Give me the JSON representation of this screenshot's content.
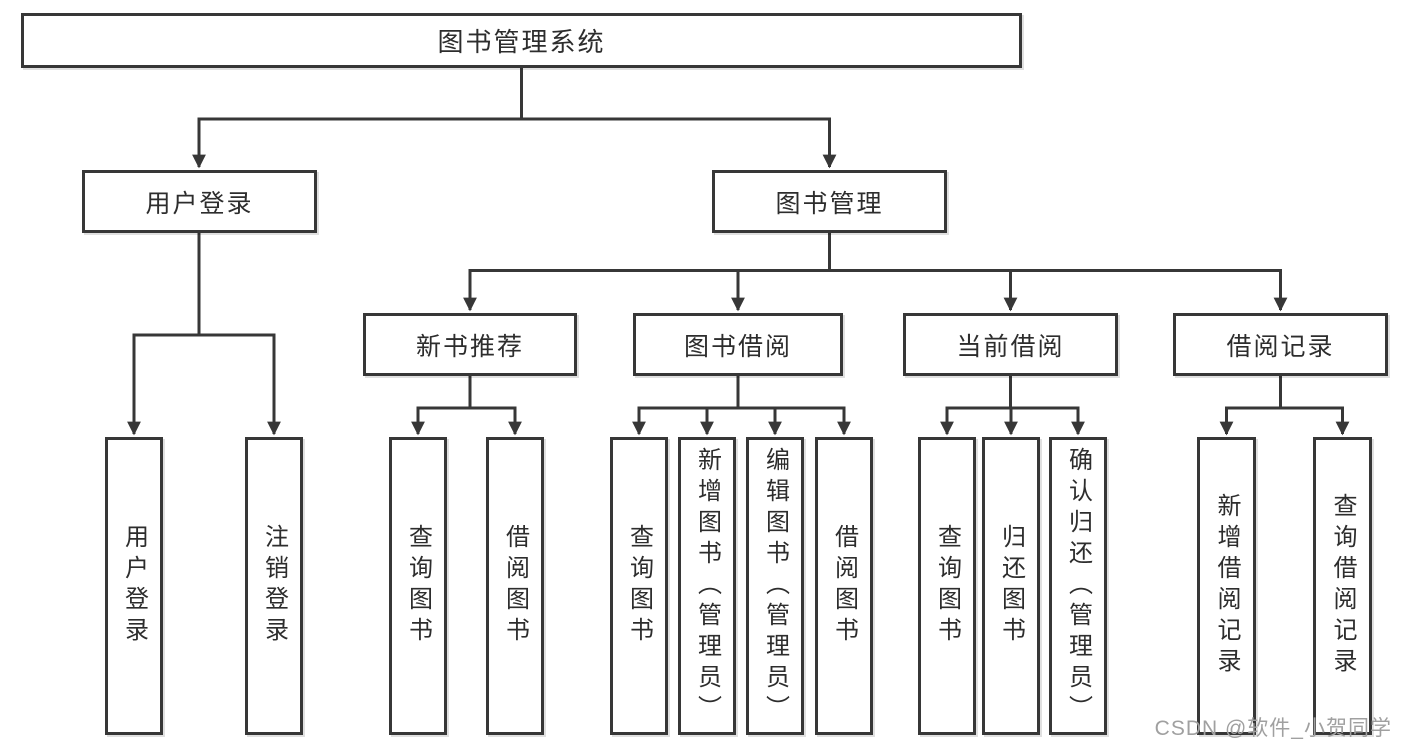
{
  "diagram": {
    "root": "图书管理系统",
    "branches": [
      {
        "label": "用户登录",
        "leaves": [
          "用户登录",
          "注销登录"
        ]
      },
      {
        "label": "图书管理",
        "groups": [
          {
            "label": "新书推荐",
            "leaves": [
              "查询图书",
              "借阅图书"
            ]
          },
          {
            "label": "图书借阅",
            "leaves": [
              "查询图书",
              "新增图书（管理员）",
              "编辑图书（管理员）",
              "借阅图书"
            ]
          },
          {
            "label": "当前借阅",
            "leaves": [
              "查询图书",
              "归还图书",
              "确认归还（管理员）"
            ]
          },
          {
            "label": "借阅记录",
            "leaves": [
              "新增借阅记录",
              "查询借阅记录"
            ]
          }
        ]
      }
    ]
  },
  "watermark": "CSDN @软件_小贺同学",
  "colors": {
    "line": "#373737",
    "text": "#2d2d2d",
    "background": "#ffffff",
    "watermark": "#a0a0a0"
  }
}
